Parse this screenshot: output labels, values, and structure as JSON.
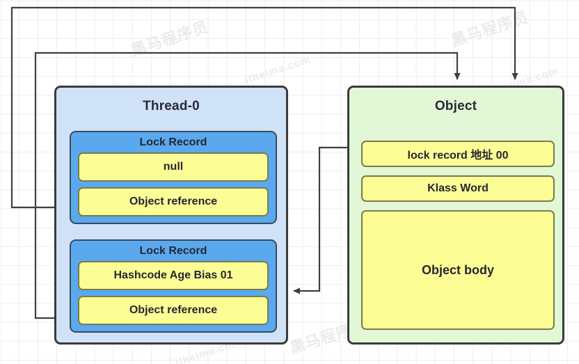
{
  "diagram": {
    "title": "Java synchronized lock record / object header diagram",
    "colors": {
      "thread_panel_bg": "#cfe2f7",
      "object_panel_bg": "#e1f7d5",
      "lock_record_bg": "#5aa9ef",
      "cell_bg": "#fdfd96",
      "border": "#3a3a3a",
      "grid_line": "#ededed"
    }
  },
  "thread_panel": {
    "title": "Thread-0",
    "lock_records": [
      {
        "title": "Lock Record",
        "cells": [
          {
            "label": "null"
          },
          {
            "label": "Object reference"
          }
        ]
      },
      {
        "title": "Lock Record",
        "cells": [
          {
            "label": "Hashcode Age Bias 01"
          },
          {
            "label": "Object reference"
          }
        ]
      }
    ]
  },
  "object_panel": {
    "title": "Object",
    "rows": [
      {
        "label": "lock record 地址 00"
      },
      {
        "label": "Klass Word"
      },
      {
        "label": "Object body"
      }
    ]
  },
  "connectors": [
    {
      "name": "object-reference-1-to-object-top-right",
      "from": "Object reference (Lock Record 1)",
      "to": "Object (top)",
      "arrow": "to-object"
    },
    {
      "name": "object-reference-2-to-object-top-left",
      "from": "Object reference (Lock Record 2)",
      "to": "Object (top)",
      "arrow": "to-object"
    },
    {
      "name": "lock-record-word-to-thread",
      "from": "lock record 地址 00",
      "to": "Lock Record 2 (Object reference row)",
      "arrow": "to-thread"
    }
  ],
  "watermarks": [
    "黑马程序员",
    "itheima.com",
    "黑马程序员",
    "itheima.com",
    "黑马程序员",
    "itheima.com"
  ]
}
